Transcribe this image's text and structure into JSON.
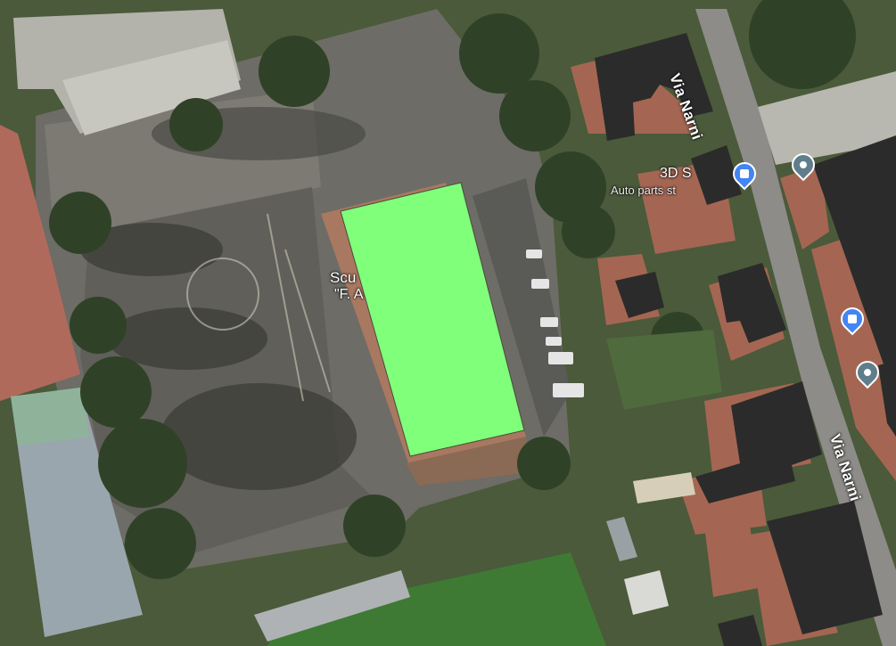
{
  "map": {
    "road_label_top": "Via Narni",
    "road_label_bottom": "Via Narni",
    "school_label_line1": "Scu",
    "school_label_line2": "\"F. A",
    "business_name": "3D S",
    "business_category": "Auto parts st",
    "highlight_color": "#80ff7a",
    "redaction_color": "#2b2b2b",
    "poi_shopping_color": "#4285f4",
    "poi_generic_color": "#607d8b",
    "icons": [
      "shopping-bag-icon",
      "location-pin-icon"
    ]
  }
}
